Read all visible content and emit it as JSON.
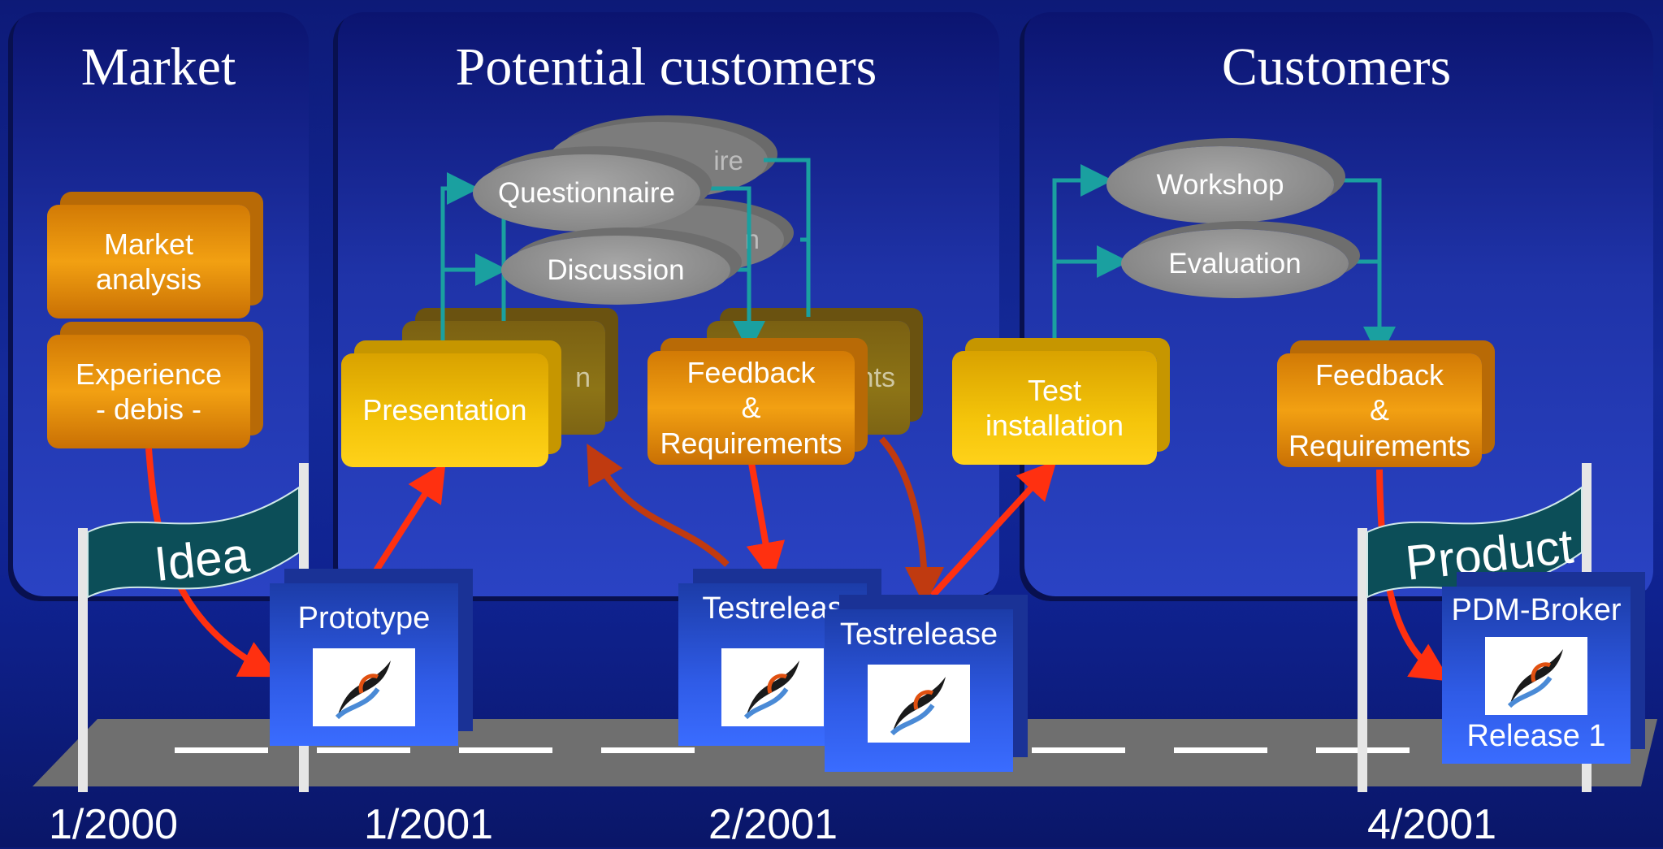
{
  "panels": {
    "market": "Market",
    "potential": "Potential customers",
    "customers": "Customers"
  },
  "market_boxes": {
    "analysis": "Market analysis",
    "experience_line1": "Experience",
    "experience_line2": "- debis -"
  },
  "potential": {
    "presentation": "Presentation",
    "presentation_ghost": "n",
    "questionnaire": "Questionnaire",
    "questionnaire_ghost": "ire",
    "discussion": "Discussion",
    "discussion_ghost": "n",
    "feedback_line1": "Feedback",
    "feedback_line2": "&",
    "feedback_line3": "Requirements",
    "feedback_ghost": "nts"
  },
  "customers": {
    "workshop": "Workshop",
    "evaluation": "Evaluation",
    "test_line1": "Test",
    "test_line2": "installation",
    "feedback_line1": "Feedback",
    "feedback_line2": "&",
    "feedback_line3": "Requirements"
  },
  "cubes": {
    "prototype": "Prototype",
    "testrelease_back": "Testreleas",
    "testrelease_front": "Testrelease",
    "pdm_broker": "PDM-Broker",
    "release": "Release 1"
  },
  "flags": {
    "idea": "Idea",
    "product": "Product"
  },
  "dates": [
    "1/2000",
    "1/2001",
    "2/2001",
    "4/2001"
  ],
  "colors": {
    "arrow_red": "#ff3010",
    "arrow_dark_red": "#c03a10",
    "connector_teal": "#1aa0a0",
    "flag_teal": "#0c4e58"
  }
}
